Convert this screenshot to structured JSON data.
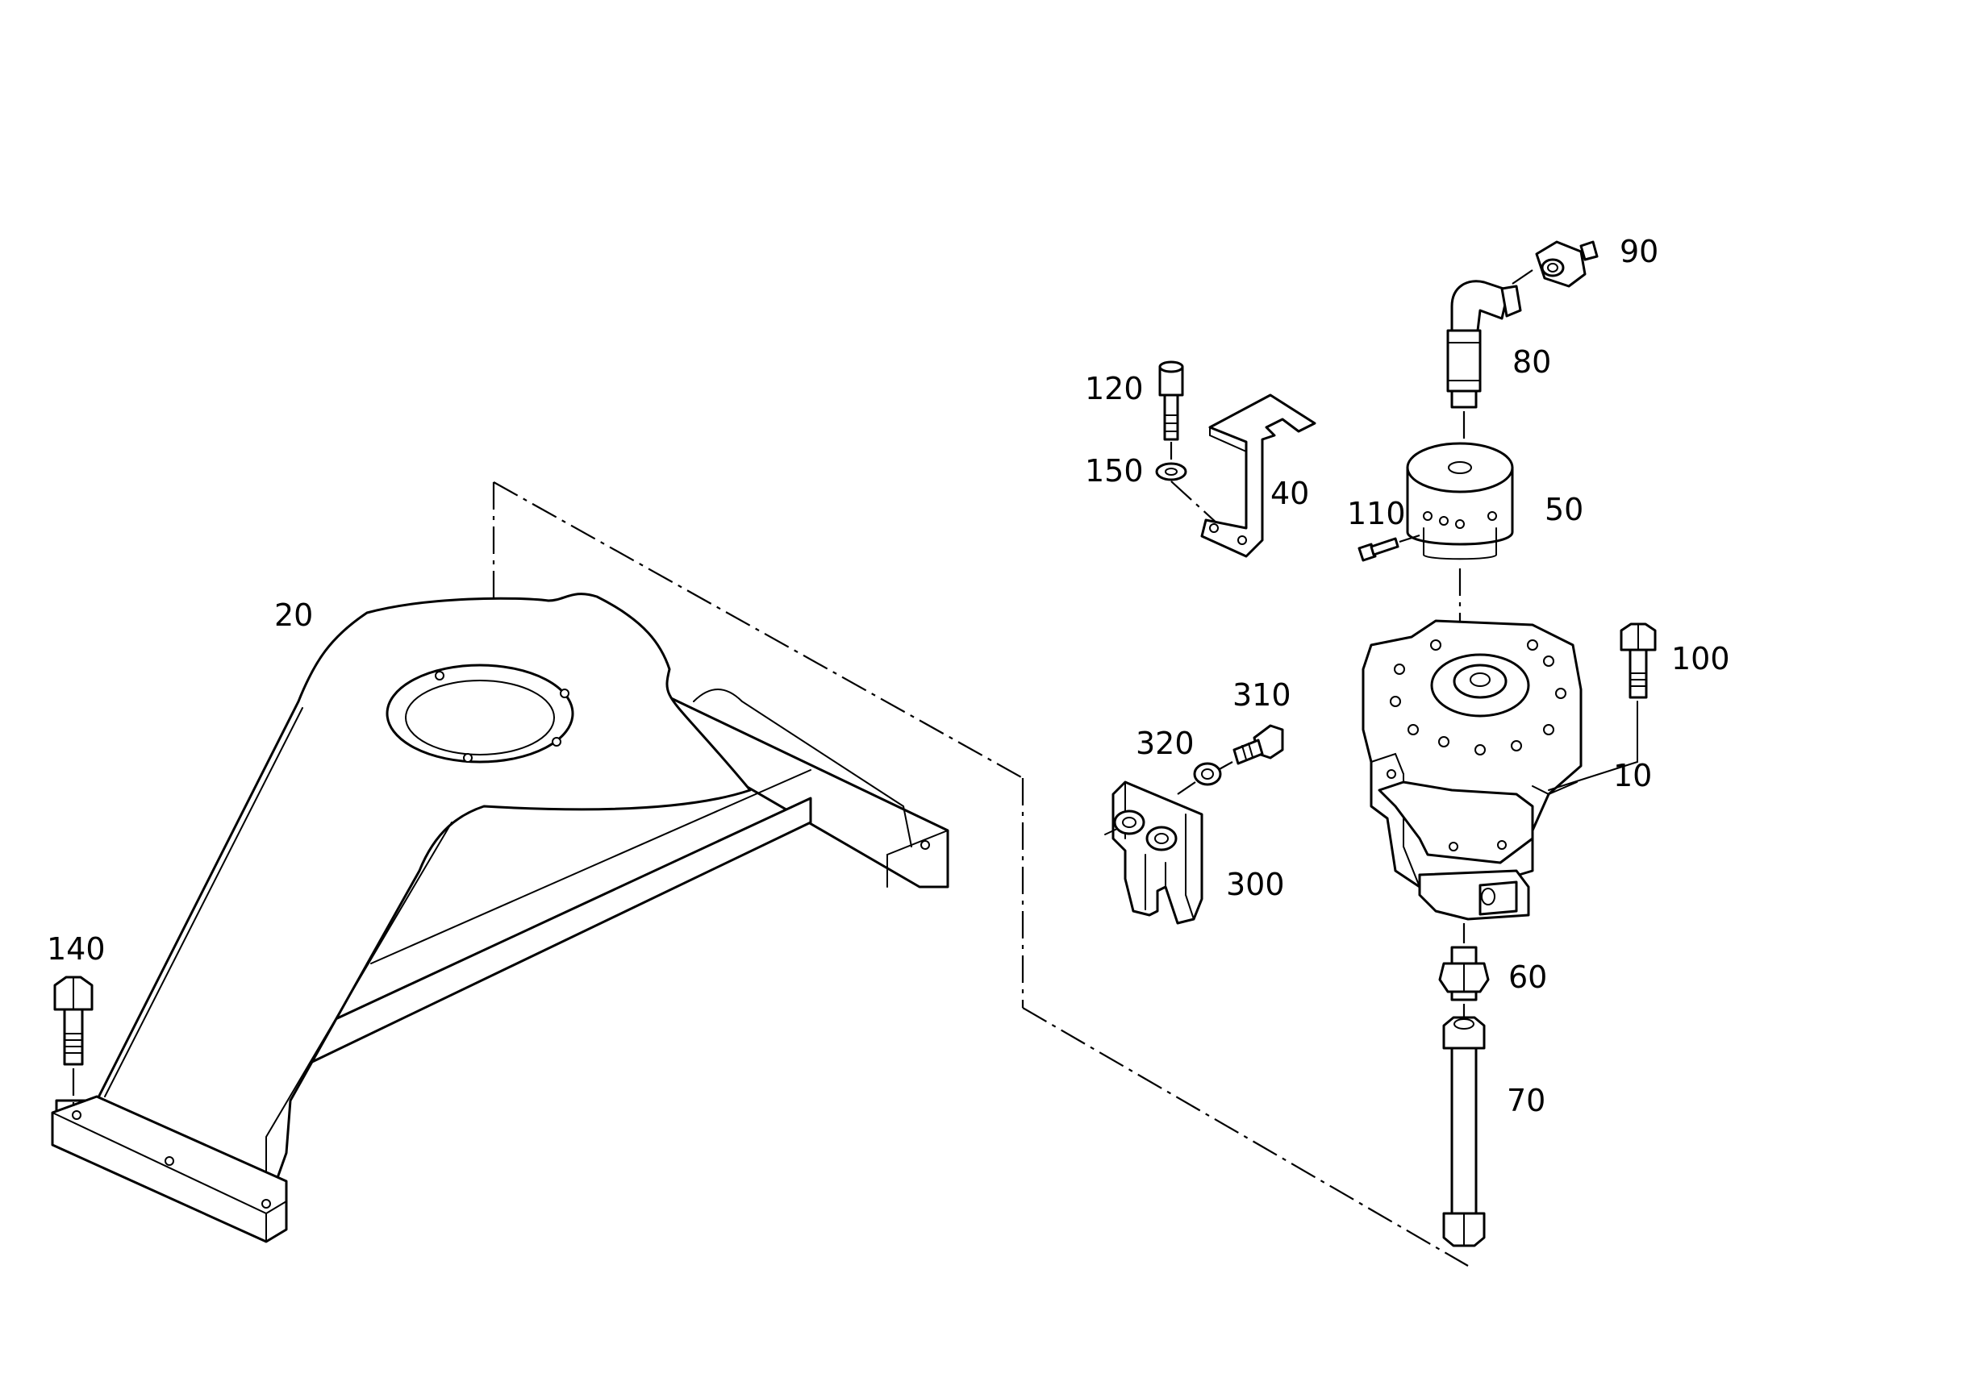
{
  "diagram": {
    "callouts": {
      "p10": "10",
      "p20": "20",
      "p40": "40",
      "p50": "50",
      "p60": "60",
      "p70": "70",
      "p80": "80",
      "p90": "90",
      "p100": "100",
      "p110": "110",
      "p120": "120",
      "p140": "140",
      "p150": "150",
      "p300": "300",
      "p310": "310",
      "p320": "320"
    }
  }
}
